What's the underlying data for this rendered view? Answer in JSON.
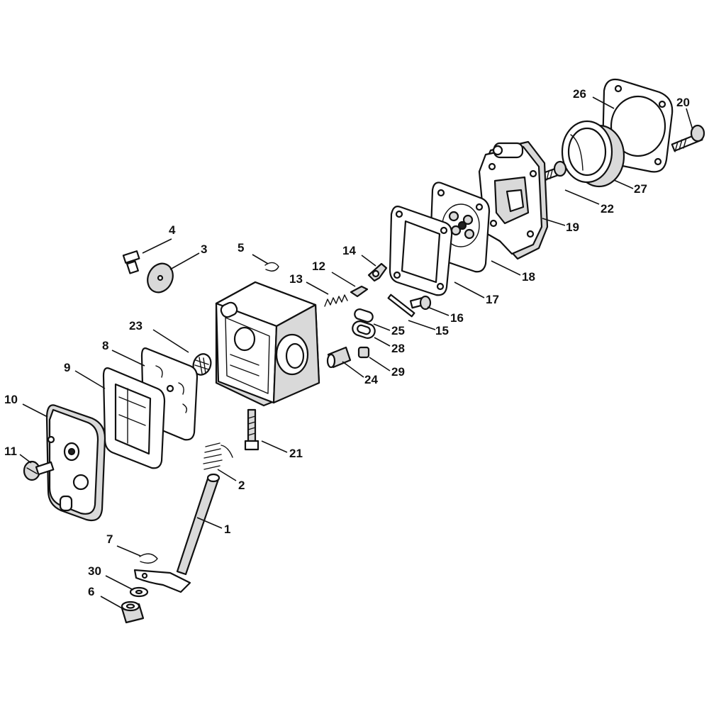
{
  "parts": [
    {
      "id": "p1",
      "label": "1"
    },
    {
      "id": "p2",
      "label": "2"
    },
    {
      "id": "p3",
      "label": "3"
    },
    {
      "id": "p4",
      "label": "4"
    },
    {
      "id": "p5",
      "label": "5"
    },
    {
      "id": "p6",
      "label": "6"
    },
    {
      "id": "p7",
      "label": "7"
    },
    {
      "id": "p8",
      "label": "8"
    },
    {
      "id": "p9",
      "label": "9"
    },
    {
      "id": "p10",
      "label": "10"
    },
    {
      "id": "p11",
      "label": "11"
    },
    {
      "id": "p12",
      "label": "12"
    },
    {
      "id": "p13",
      "label": "13"
    },
    {
      "id": "p14",
      "label": "14"
    },
    {
      "id": "p15",
      "label": "15"
    },
    {
      "id": "p16",
      "label": "16"
    },
    {
      "id": "p17",
      "label": "17"
    },
    {
      "id": "p18",
      "label": "18"
    },
    {
      "id": "p19",
      "label": "19"
    },
    {
      "id": "p20",
      "label": "20"
    },
    {
      "id": "p21",
      "label": "21"
    },
    {
      "id": "p22",
      "label": "22"
    },
    {
      "id": "p23",
      "label": "23"
    },
    {
      "id": "p24",
      "label": "24"
    },
    {
      "id": "p25",
      "label": "25"
    },
    {
      "id": "p26",
      "label": "26"
    },
    {
      "id": "p27",
      "label": "27"
    },
    {
      "id": "p28",
      "label": "28"
    },
    {
      "id": "p29",
      "label": "29"
    },
    {
      "id": "p30",
      "label": "30"
    }
  ]
}
